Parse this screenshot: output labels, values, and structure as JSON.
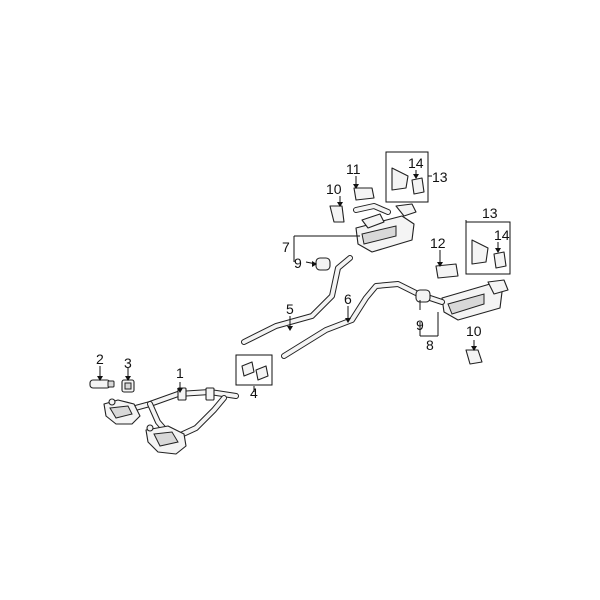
{
  "callouts": {
    "c1": "1",
    "c2": "2",
    "c3": "3",
    "c4": "4",
    "c5": "5",
    "c6": "6",
    "c7": "7",
    "c8": "8",
    "c9_left": "9",
    "c9_right": "9",
    "c10_left": "10",
    "c10_right": "10",
    "c11": "11",
    "c12": "12",
    "c13_top": "13",
    "c13_right": "13",
    "c14_top": "14",
    "c14_right": "14"
  }
}
